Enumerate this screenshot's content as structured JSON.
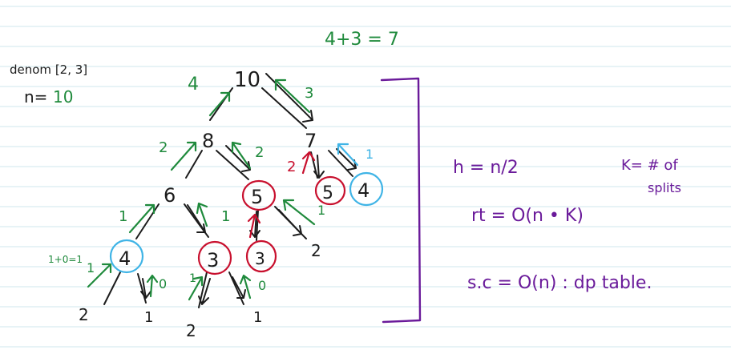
{
  "colors": {
    "paper": "#ffffff",
    "rule_line": "#cfe7ee",
    "black": "#1c1c1c",
    "green": "#1f8a3c",
    "red": "#c8102e",
    "blue": "#3fb4e6",
    "purple": "#6a1a9a"
  },
  "header": {
    "equation": "4+3 = 7"
  },
  "problem": {
    "denom": "denom [2, 3]",
    "n_label": "n=",
    "n_value": "10"
  },
  "tree": {
    "nodes": {
      "root": "10",
      "l1_left": "8",
      "l1_right": "7",
      "l2_ll": "6",
      "l2_lr": "5",
      "l2_rl": "5",
      "l2_rr": "4",
      "l3_lll": "4",
      "l3_llr": "3",
      "l3_lrl": "3",
      "l3_lrr": "2",
      "l4_a": "2",
      "l4_b": "1",
      "l4_c": "2",
      "l4_d": "1"
    },
    "returns": {
      "root_left": "4",
      "root_right": "3",
      "n8_left": "2",
      "n8_right": "2",
      "n7_left": "2",
      "n7_right": "1",
      "n6_left": "1",
      "n6_right": "1",
      "n4_left": "1",
      "n4_right": "0",
      "n3_left": "1",
      "n3_right": "0",
      "n5_mid": "1",
      "n4_sum": "1+0=1"
    }
  },
  "notes": {
    "h": "h = n/2",
    "k": "K= # of",
    "k2": "splits",
    "rt": "rt = O(n • K)",
    "sc": "s.c = O(n) : dp table."
  }
}
